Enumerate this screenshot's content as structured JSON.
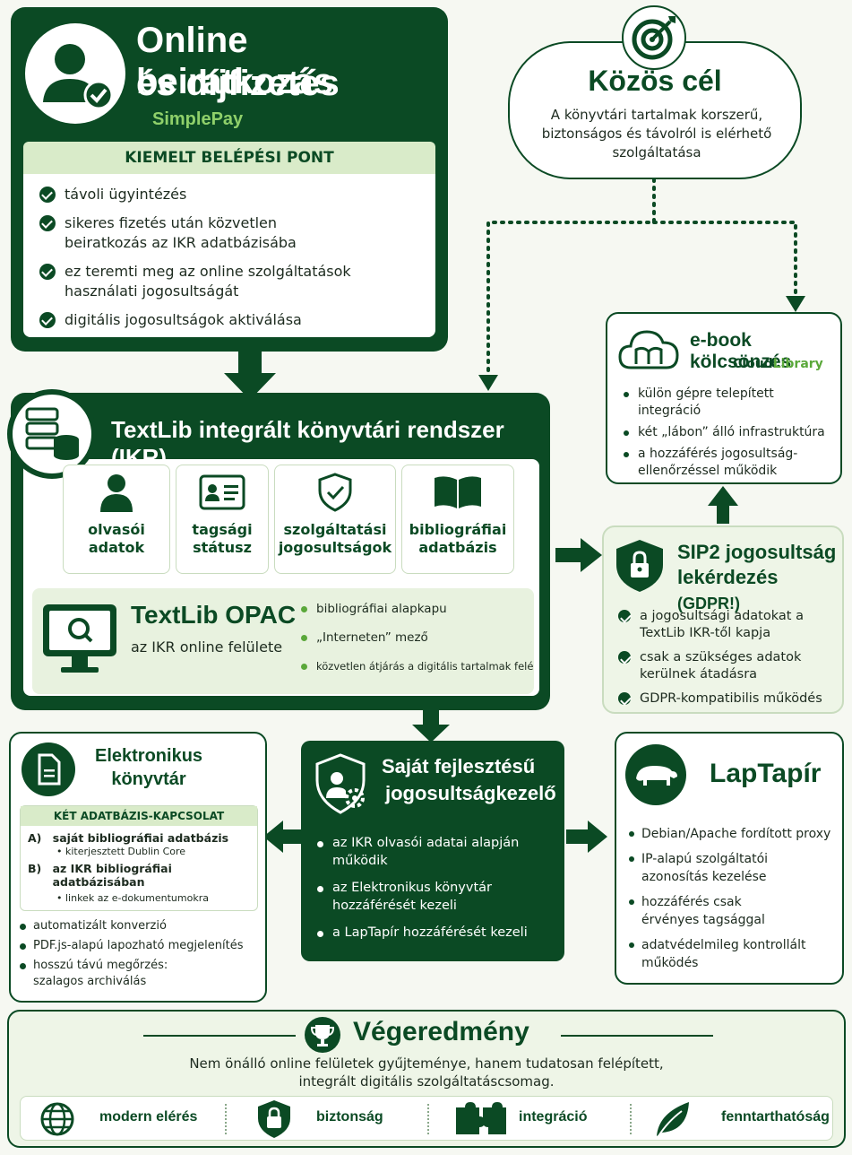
{
  "enroll": {
    "title1": "Online beiratkozás",
    "title2": "és díjfizetés",
    "subtitle": "SimplePay",
    "banner": "KIEMELT BELÉPÉSI PONT",
    "items": [
      "távoli ügyintézés",
      "sikeres fizetés után közvetlen beiratkozás az IKR adatbázisába",
      "ez teremti meg az online szolgáltatások használati jogosultságát",
      "digitális jogosultságok aktiválása"
    ]
  },
  "goal": {
    "title": "Közös cél",
    "text": "A könyvtári tartalmak korszerű, biztonságos és távolról is elérhető szolgáltatása"
  },
  "ebook": {
    "title": "e-book kölcsönzés",
    "brand1": "Cloud",
    "brand2": "Library",
    "items": [
      "külön gépre telepített integráció",
      "két „lábon” álló infrastruktúra",
      "a hozzáférés jogosultság-ellenőrzéssel működik"
    ]
  },
  "ikr": {
    "title": "TextLib integrált könyvtári rendszer (IKR)",
    "modules": [
      {
        "l1": "olvasói",
        "l2": "adatok",
        "icon": "user-icon"
      },
      {
        "l1": "tagsági",
        "l2": "státusz",
        "icon": "id-card-icon"
      },
      {
        "l1": "szolgáltatási",
        "l2": "jogosultságok",
        "icon": "shield-check-icon"
      },
      {
        "l1": "bibliográfiai",
        "l2": "adatbázis",
        "icon": "book-icon"
      }
    ],
    "opac": {
      "title": "TextLib OPAC",
      "subtitle": "az IKR online felülete",
      "items": [
        "bibliográfiai alapkapu",
        "„Interneten” mező",
        "közvetlen átjárás a digitális tartalmak felé"
      ]
    }
  },
  "sip2": {
    "title1": "SIP2 jogosultság",
    "title2": "lekérdezés",
    "title3": "(GDPR!)",
    "items": [
      "a jogosultsági adatokat a TextLib IKR-től kapja",
      "csak a szükséges adatok kerülnek átadásra",
      "GDPR-kompatibilis működés"
    ]
  },
  "elib": {
    "title1": "Elektronikus",
    "title2": "könyvtár",
    "banner": "KÉT ADATBÁZIS-KAPCSOLAT",
    "a_mark": "A)",
    "a_title": "saját bibliográfiai adatbázis",
    "a_sub": "kiterjesztett Dublin Core",
    "b_mark": "B)",
    "b_title": "az IKR bibliográfiai adatbázisában",
    "b_sub": "linkek az e-dokumentumokra",
    "items": [
      "automatizált konverzió",
      "PDF.js-alapú lapozható megjelenítés",
      "hosszú távú megőrzés: szalagos archiválás"
    ]
  },
  "perm": {
    "title1": "Saját fejlesztésű",
    "title2": "jogosultságkezelő",
    "items": [
      "az IKR olvasói adatai alapján működik",
      "az Elektronikus könyvtár hozzáférését kezeli",
      "a LapTapír hozzáférését kezeli"
    ]
  },
  "lap": {
    "title": "LapTapír",
    "items": [
      "Debian/Apache fordított proxy",
      "IP-alapú szolgáltatói azonosítás kezelése",
      "hozzáférés csak érvényes tagsággal",
      "adatvédelmileg kontrollált működés"
    ]
  },
  "result": {
    "title": "Végeredmény",
    "text1": "Nem önálló online felületek gyűjteménye, hanem tudatosan felépített,",
    "text2": "integrált digitális szolgáltatáscsomag.",
    "features": [
      {
        "label": "modern elérés",
        "icon": "globe-icon"
      },
      {
        "label": "biztonság",
        "icon": "lock-icon"
      },
      {
        "label": "integráció",
        "icon": "puzzle-icon"
      },
      {
        "label": "fenntarthatóság",
        "icon": "leaf-icon"
      }
    ]
  }
}
